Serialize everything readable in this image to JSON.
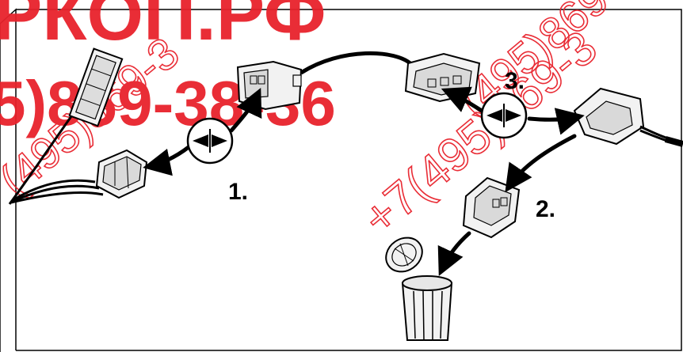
{
  "steps": [
    {
      "label": "1."
    },
    {
      "label": "2."
    },
    {
      "label": "3."
    }
  ],
  "icons": {
    "disconnect_symbol": "connector-disconnect-icon",
    "trash_can": "trash-can-icon"
  },
  "watermark": {
    "line1": "РКОП.РФ",
    "line2": "5)869-38-36",
    "line3": "(495)869-3",
    "line4": "+7(495)869-3",
    "color": "#e8222c"
  },
  "colors": {
    "line": "#000000",
    "connector_fill": "#f2f2f2",
    "connector_shade": "#cfcfcf",
    "watermark": "#e8222c"
  }
}
